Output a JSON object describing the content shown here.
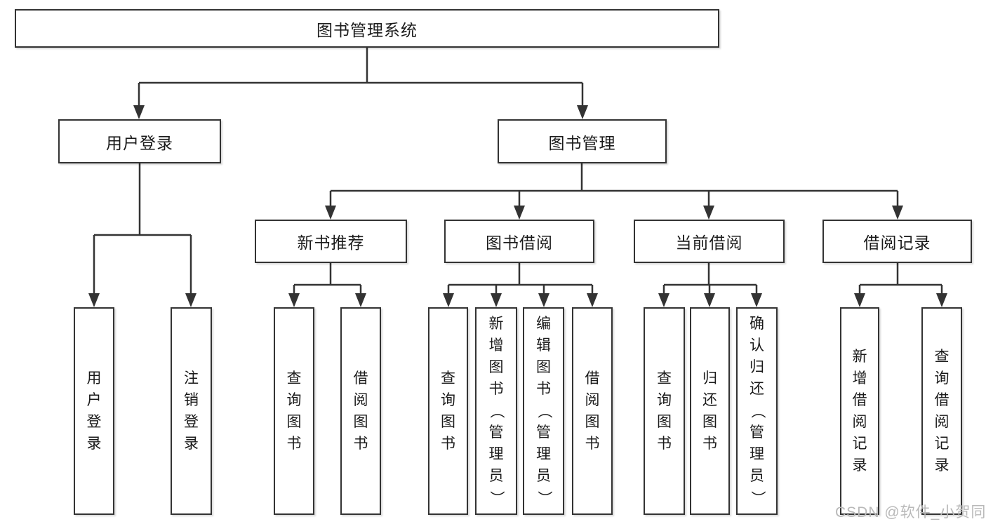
{
  "colors": {
    "line": "#333333",
    "box_border": "#333333",
    "text": "#1a1a1a",
    "watermark": "#b9b9b9",
    "background": "#ffffff"
  },
  "root": {
    "label": "图书管理系统"
  },
  "branches": {
    "user_login": {
      "label": "用户登录",
      "children": [
        "用户登录",
        "注销登录"
      ]
    },
    "book_mgmt": {
      "label": "图书管理",
      "sections": {
        "new_books": {
          "label": "新书推荐",
          "children": [
            "查询图书",
            "借阅图书"
          ]
        },
        "borrowing": {
          "label": "图书借阅",
          "children": [
            "查询图书",
            "新增图书（管理员）",
            "编辑图书（管理员）",
            "借阅图书"
          ]
        },
        "current": {
          "label": "当前借阅",
          "children": [
            "查询图书",
            "归还图书",
            "确认归还（管理员）"
          ]
        },
        "records": {
          "label": "借阅记录",
          "children": [
            "新增借阅记录",
            "查询借阅记录"
          ]
        }
      }
    }
  },
  "watermark": "CSDN @软件_小贺同学"
}
